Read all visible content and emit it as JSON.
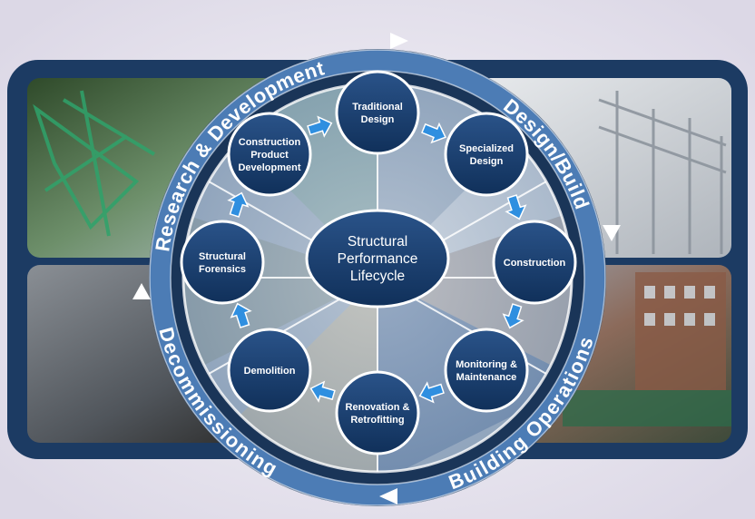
{
  "center": {
    "lines": [
      "Structural",
      "Performance",
      "Lifecycle"
    ]
  },
  "ring_labels": {
    "research": "Research & Development",
    "design": "Design/Build",
    "operations": "Building Operations",
    "decommissioning": "Decommissioning"
  },
  "nodes": [
    {
      "id": "traditional-design",
      "lines": [
        "Traditional",
        "Design"
      ]
    },
    {
      "id": "specialized-design",
      "lines": [
        "Specialized",
        "Design"
      ]
    },
    {
      "id": "construction",
      "lines": [
        "Construction"
      ]
    },
    {
      "id": "monitoring-maintenance",
      "lines": [
        "Monitoring &",
        "Maintenance"
      ]
    },
    {
      "id": "renovation-retrofitting",
      "lines": [
        "Renovation &",
        "Retrofitting"
      ]
    },
    {
      "id": "demolition",
      "lines": [
        "Demolition"
      ]
    },
    {
      "id": "structural-forensics",
      "lines": [
        "Structural",
        "Forensics"
      ]
    },
    {
      "id": "construction-product-development",
      "lines": [
        "Construction",
        "Product",
        "Development"
      ]
    }
  ],
  "colors": {
    "page_bg": "#eceaf2",
    "panel_dark": "#1c3b63",
    "ring_blue": "#4c7cb5",
    "node_fill": "#173a68",
    "arrow_blue": "#2f8fe0",
    "text_white": "#ffffff"
  }
}
